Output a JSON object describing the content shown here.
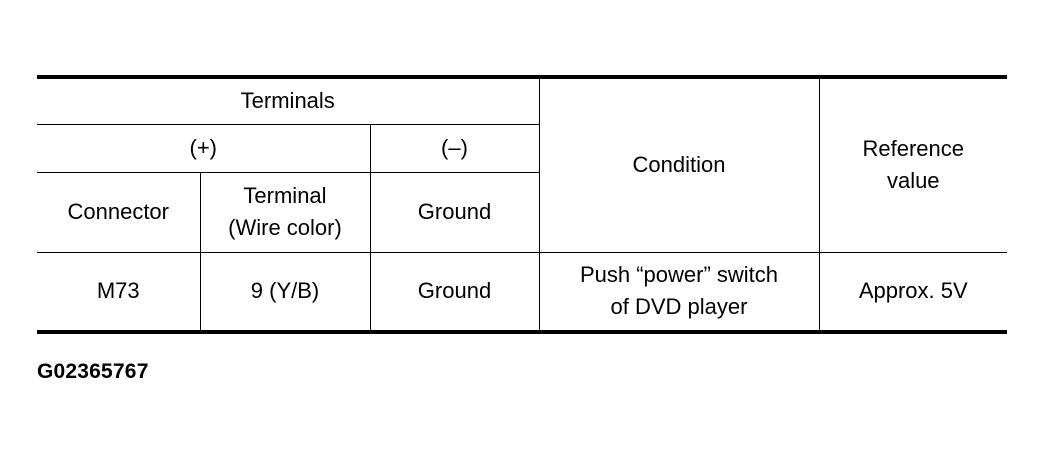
{
  "table": {
    "header": {
      "terminals": "Terminals",
      "plus": "(+)",
      "minus": "(–)",
      "condition": "Condition",
      "reference_value_line1": "Reference",
      "reference_value_line2": "value",
      "connector": "Connector",
      "terminal_line1": "Terminal",
      "terminal_line2": "(Wire color)",
      "ground": "Ground"
    },
    "rows": [
      {
        "connector": "M73",
        "terminal": "9 (Y/B)",
        "ground": "Ground",
        "condition_line1": "Push “power” switch",
        "condition_line2": "of DVD player",
        "reference_value": "Approx. 5V"
      }
    ]
  },
  "figure_id": "G02365767"
}
